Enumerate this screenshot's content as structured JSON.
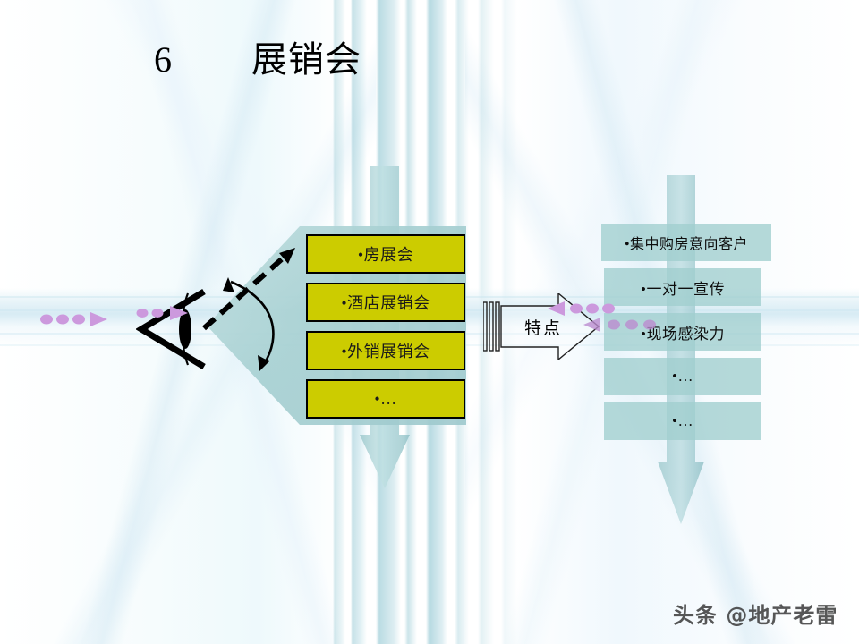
{
  "slide": {
    "title_number": "6",
    "title_text": "展销会",
    "title_full": "6        展销会"
  },
  "left_group": {
    "icon": "eye-icon",
    "items": [
      {
        "label": "•房展会"
      },
      {
        "label": "•酒店展销会"
      },
      {
        "label": "•外销展销会"
      },
      {
        "label": "•…"
      }
    ],
    "box_color": "#cccc00",
    "container_color": "#a8d0d0"
  },
  "middle": {
    "arrow_label": "特点",
    "arrow_direction": "right",
    "tail_bars": 3
  },
  "right_group": {
    "items": [
      {
        "label": "•集中购房意向客户"
      },
      {
        "label": "•一对一宣传"
      },
      {
        "label": "•现场感染力"
      },
      {
        "label": "•…"
      },
      {
        "label": "•…"
      }
    ],
    "box_color": "#a0cece"
  },
  "decorations": {
    "down_arrow_center": "down-arrow",
    "down_arrow_right": "down-arrow",
    "dotted_arrow_color": "#cc99dd",
    "dashed_arrow": "dashed-arrow-up-right",
    "curved_arrow": "curved-double-arrow"
  },
  "watermark": {
    "text": "头条 @地产老雷"
  }
}
